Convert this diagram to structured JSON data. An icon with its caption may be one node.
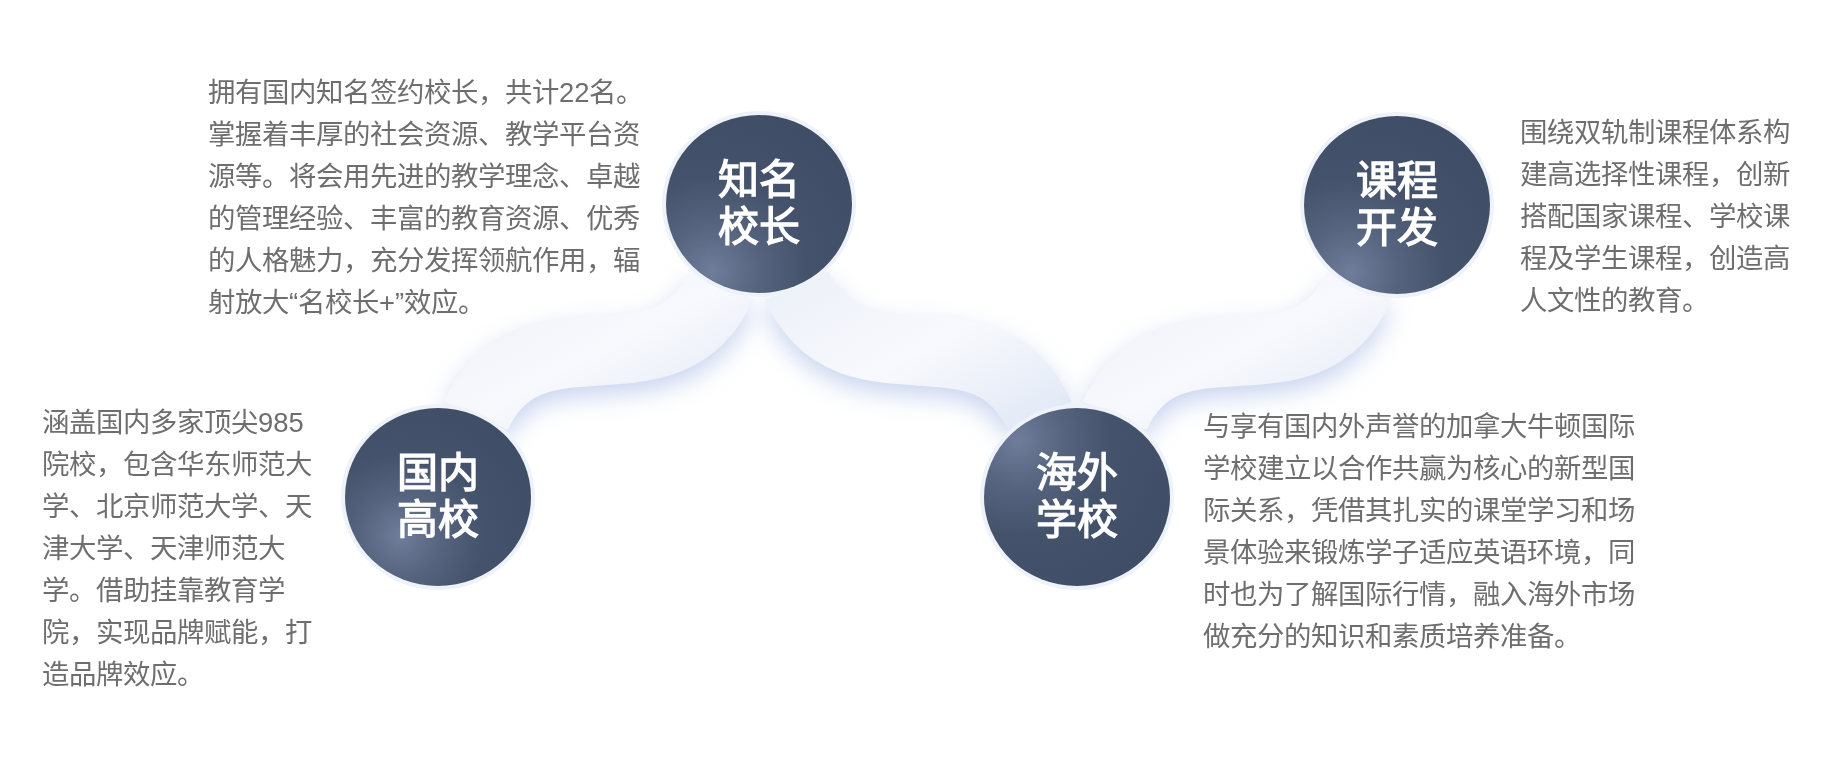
{
  "diagram": {
    "nodes": [
      {
        "text": [
          "国内高校"
        ],
        "beside": [
          "涵盖国内多家顶尖985院校，包含华东师范大学、北京师范大学、天津大学、天津师范大学。借助挂靠教育学院，实现品牌赋能，打造品牌效应。"
        ]
      },
      {
        "text": [
          "知名校长"
        ],
        "beside": [
          "拥有国内知名签约校长，共计22名。掌握着丰厚的社会资源、教学平台资源等。将会用先进的教学理念、卓越的管理经验、丰富的教育资源、优秀的人格魅力，充分发挥领航作用，辐射放大“名校长+”效应。"
        ]
      },
      {
        "text": [
          "海外学校"
        ],
        "beside": [
          "与享有国内外声誉的加拿大牛顿国际学校建立以合作共赢为核心的新型国际关系，凭借其扎实的课堂学习和场景体验来锻炼学子适应英语环境，同时也为了解国际行情，融入海外市场做充分的知识和素质培养准备。"
        ]
      },
      {
        "text": [
          "课程开发"
        ],
        "beside": [
          "围绕双轨制课程体系构建高选择性课程，创新搭配国家课程、学校课程及学生课程，创造高人文性的教育。"
        ]
      }
    ],
    "edges": [
      {
        "from": 0,
        "to": 1,
        "arrow": "none"
      },
      {
        "from": 1,
        "to": 2,
        "arrow": "none"
      },
      {
        "from": 2,
        "to": 3,
        "arrow": "none"
      }
    ]
  }
}
